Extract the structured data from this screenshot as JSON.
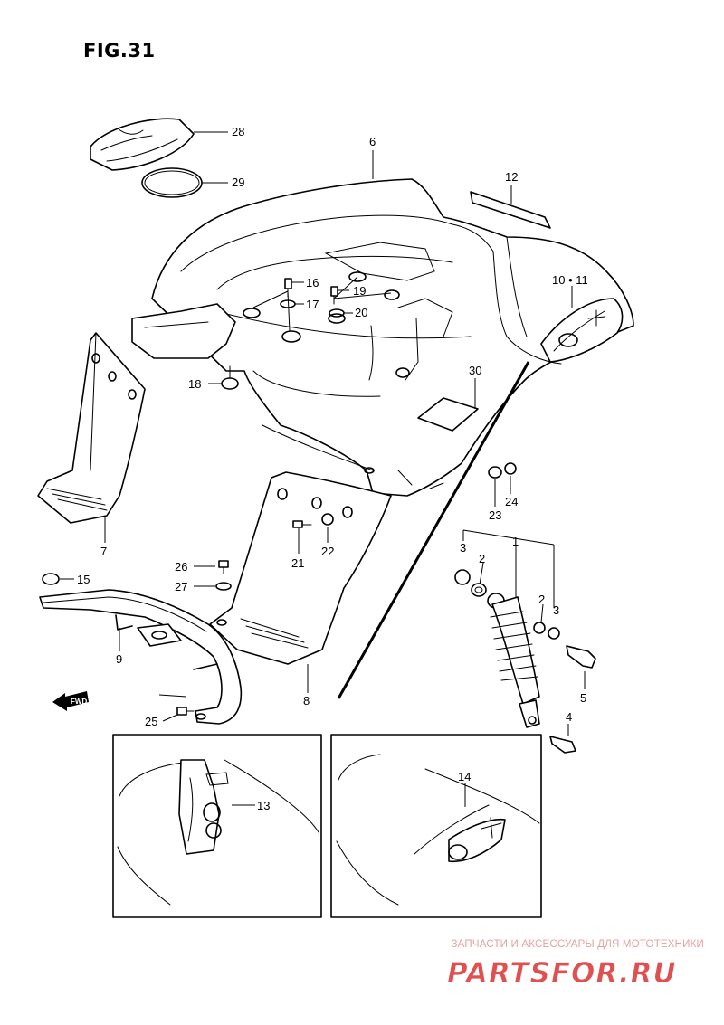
{
  "figure": {
    "title": "FIG.31"
  },
  "callouts": [
    {
      "id": "c28",
      "text": "28"
    },
    {
      "id": "c29",
      "text": "29"
    },
    {
      "id": "c6",
      "text": "6"
    },
    {
      "id": "c12",
      "text": "12"
    },
    {
      "id": "c10_11",
      "text": "10 • 11"
    },
    {
      "id": "c16",
      "text": "16"
    },
    {
      "id": "c19",
      "text": "19"
    },
    {
      "id": "c17",
      "text": "17"
    },
    {
      "id": "c20",
      "text": "20"
    },
    {
      "id": "c18",
      "text": "18"
    },
    {
      "id": "c30",
      "text": "30"
    },
    {
      "id": "c7",
      "text": "7"
    },
    {
      "id": "c23",
      "text": "23"
    },
    {
      "id": "c24",
      "text": "24"
    },
    {
      "id": "c21",
      "text": "21"
    },
    {
      "id": "c22",
      "text": "22"
    },
    {
      "id": "c26",
      "text": "26"
    },
    {
      "id": "c27",
      "text": "27"
    },
    {
      "id": "c15",
      "text": "15"
    },
    {
      "id": "c9",
      "text": "9"
    },
    {
      "id": "c8",
      "text": "8"
    },
    {
      "id": "c25",
      "text": "25"
    },
    {
      "id": "c3a",
      "text": "3"
    },
    {
      "id": "c2a",
      "text": "2"
    },
    {
      "id": "c1",
      "text": "1"
    },
    {
      "id": "c2b",
      "text": "2"
    },
    {
      "id": "c3b",
      "text": "3"
    },
    {
      "id": "c5",
      "text": "5"
    },
    {
      "id": "c4",
      "text": "4"
    },
    {
      "id": "c13",
      "text": "13"
    },
    {
      "id": "c14",
      "text": "14"
    }
  ],
  "direction_arrow": {
    "label": "FWD"
  },
  "watermark": {
    "tagline": "ЗАПЧАСТИ И АКСЕССУАРЫ ДЛЯ МОТОТЕХНИКИ",
    "logo": "PARTSFOR.RU",
    "color": "#e05050"
  }
}
